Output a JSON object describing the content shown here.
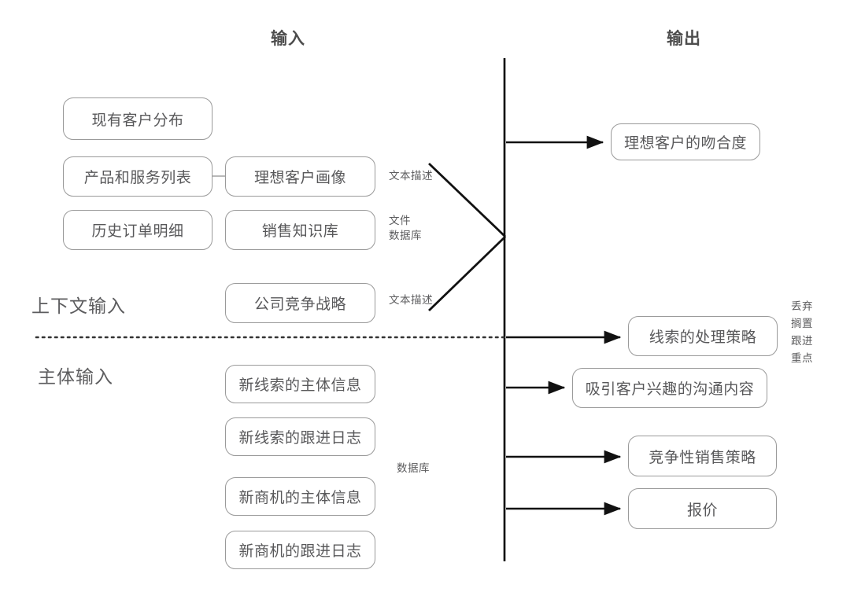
{
  "diagram": {
    "title_left": "输入",
    "title_right": "输出",
    "section_labels": [
      {
        "text": "上下文输入"
      },
      {
        "text": "主体输入"
      }
    ],
    "input_column_1": [
      {
        "label": "现有客户分布"
      },
      {
        "label": "产品和服务列表"
      },
      {
        "label": "历史订单明细"
      }
    ],
    "input_column_2": [
      {
        "label": "理想客户画像"
      },
      {
        "label": "销售知识库"
      },
      {
        "label": "公司竞争战略"
      }
    ],
    "subject_inputs": [
      {
        "label": "新线索的主体信息"
      },
      {
        "label": "新线索的跟进日志"
      },
      {
        "label": "新商机的主体信息"
      },
      {
        "label": "新商机的跟进日志"
      }
    ],
    "outputs": [
      {
        "label": "理想客户的吻合度"
      },
      {
        "label": "线索的处理策略"
      },
      {
        "label": "吸引客户兴趣的沟通内容"
      },
      {
        "label": "竞争性销售策略"
      },
      {
        "label": "报价"
      }
    ],
    "annotations": [
      {
        "text": "文本描述"
      },
      {
        "text": "文件\n数据库"
      },
      {
        "text": "文本描述"
      },
      {
        "text": "数据库"
      }
    ],
    "output_note_items": [
      "丢弃",
      "搁置",
      "跟进",
      "重点"
    ],
    "colors": {
      "node_border": "#9a9a9a",
      "text": "#58585a",
      "title": "#4d4d4d",
      "connector": "#111111",
      "divider": "#000000",
      "dotted_divider": "#333333",
      "background": "#ffffff"
    }
  }
}
